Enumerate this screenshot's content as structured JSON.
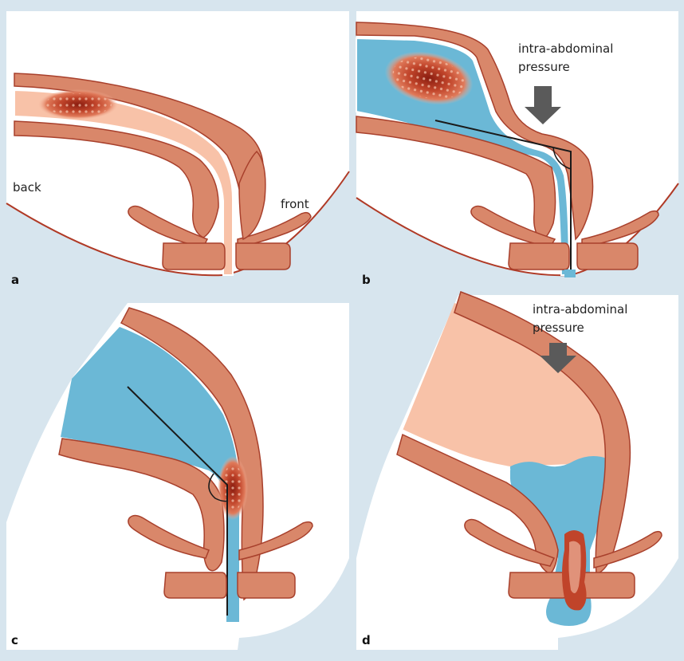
{
  "panels": {
    "a": {
      "letter": "a",
      "back_label": "back",
      "front_label": "front"
    },
    "b": {
      "letter": "b",
      "pressure_line1": "intra-abdominal",
      "pressure_line2": "pressure"
    },
    "c": {
      "letter": "c"
    },
    "d": {
      "letter": "d",
      "pressure_line1": "intra-abdominal",
      "pressure_line2": "pressure"
    }
  },
  "colors": {
    "background": "#d7e5ee",
    "panel": "#ffffff",
    "muscle": "#d9876a",
    "muscle_outline": "#a8402c",
    "outline_red": "#b03a26",
    "rectum_pink": "#f8c2a8",
    "fluid_blue": "#6bb8d6",
    "stool": "#c0442a",
    "arrow_gray": "#5a5a5a",
    "angle_line": "#1a1a1a"
  }
}
